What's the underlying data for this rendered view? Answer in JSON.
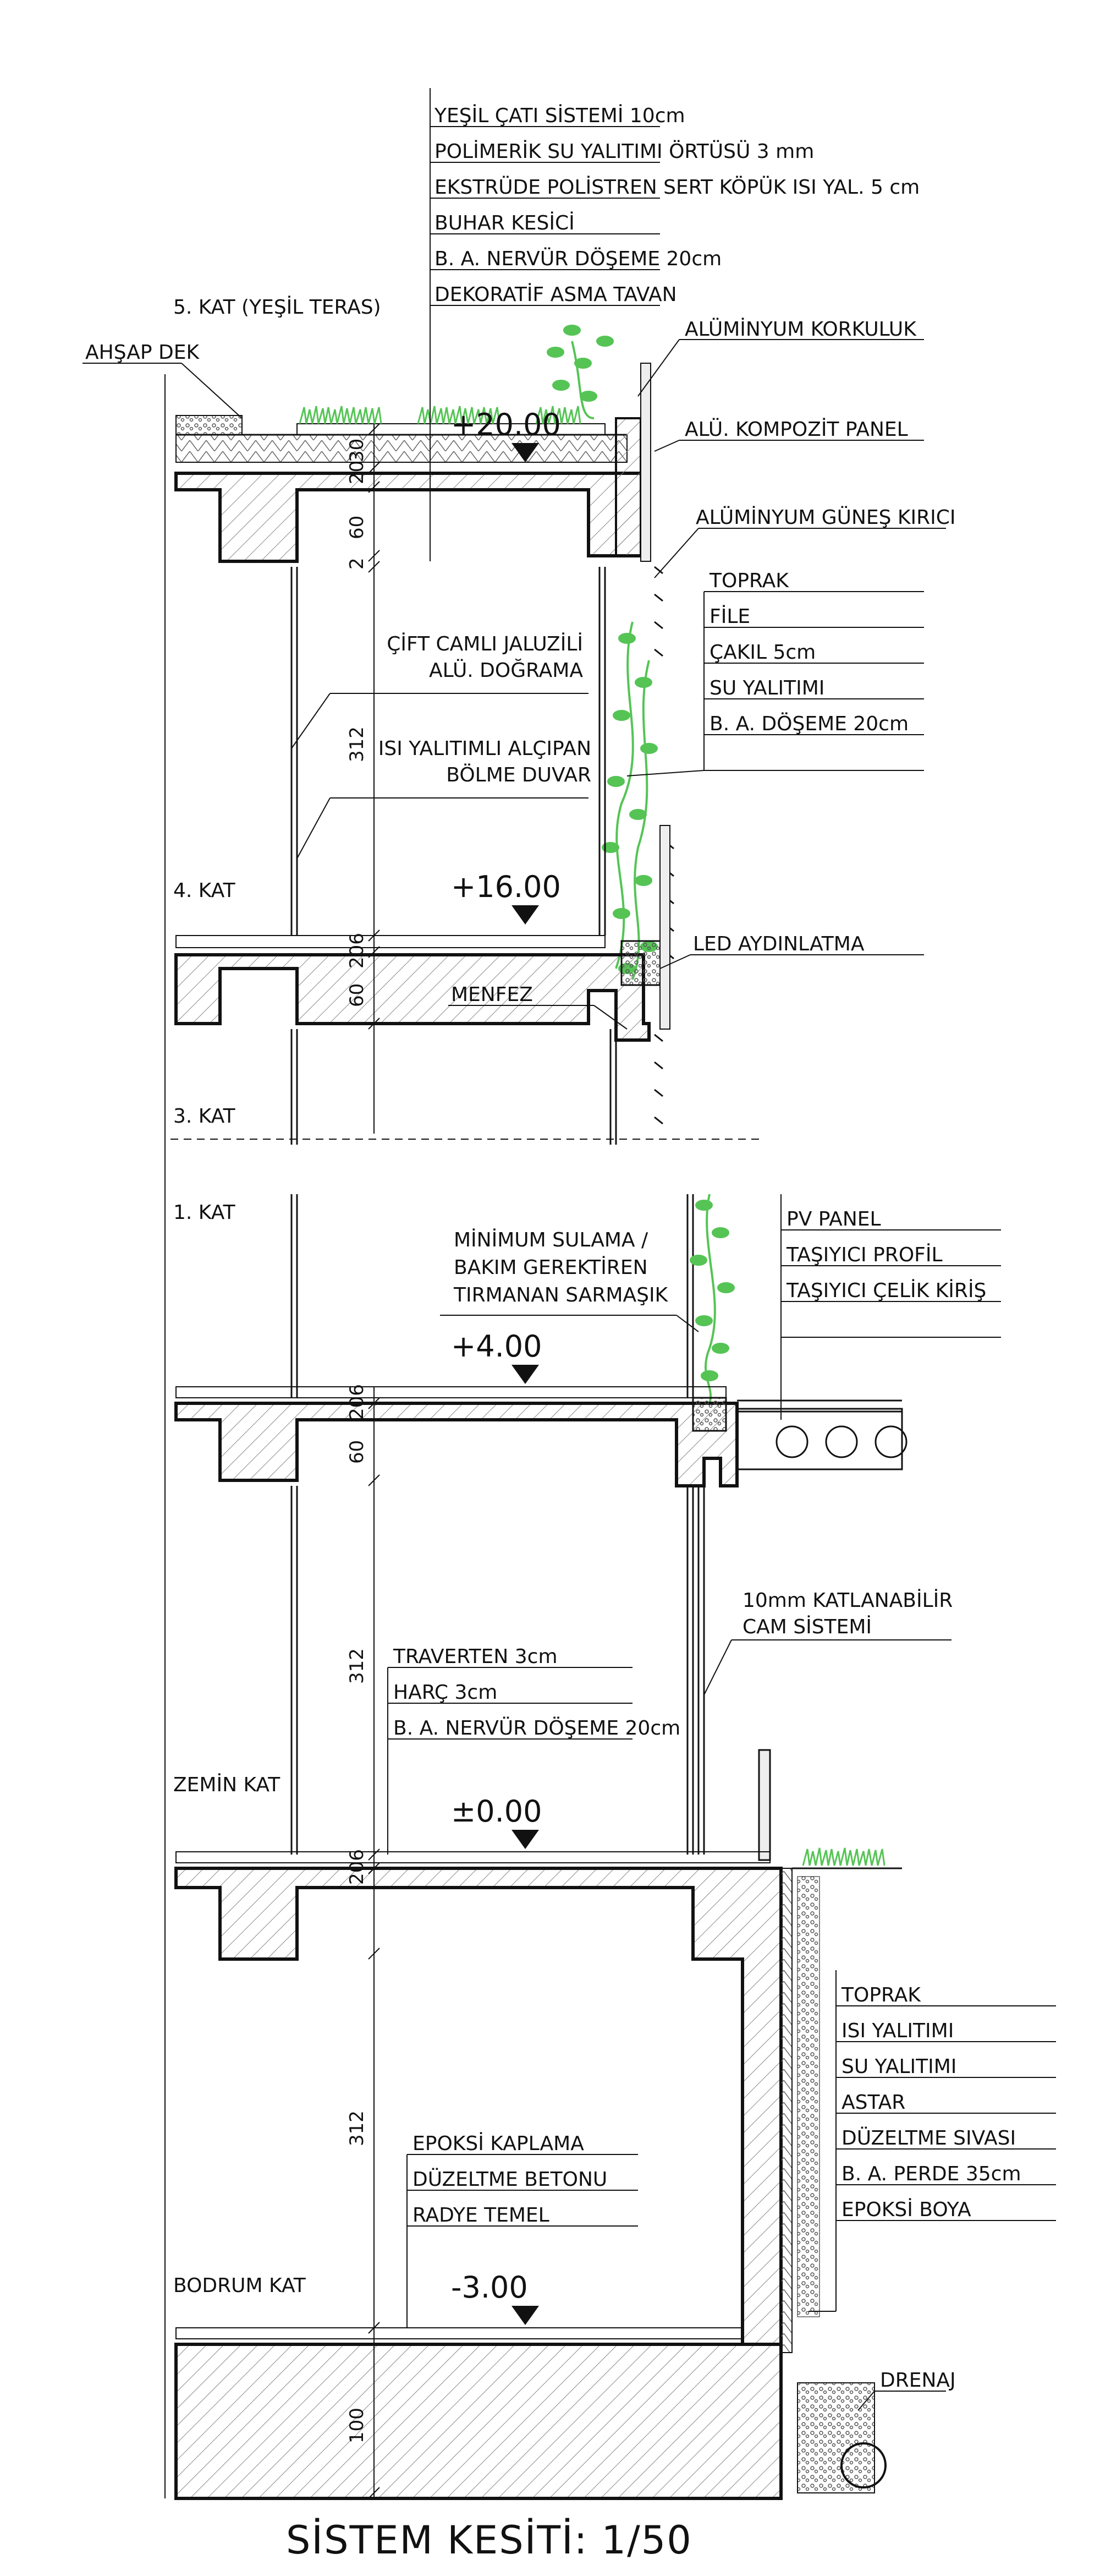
{
  "title": "SİSTEM KESİTİ: 1/50",
  "roof_layers": [
    "YEŞİL ÇATI SİSTEMİ 10cm",
    "POLİMERİK SU YALITIMI ÖRTÜSÜ 3 mm",
    "EKSTRÜDE POLİSTREN SERT KÖPÜK ISI YAL. 5 cm",
    "BUHAR KESİCİ",
    "B. A. NERVÜR DÖŞEME 20cm",
    "DEKORATİF ASMA TAVAN"
  ],
  "planter_layers": [
    "TOPRAK",
    "FİLE",
    "ÇAKIL 5cm",
    "SU YALITIMI",
    "B. A. DÖŞEME 20cm"
  ],
  "pv_layers": [
    "PV PANEL",
    "TAŞIYICI PROFİL",
    "TAŞIYICI ÇELİK KİRİŞ"
  ],
  "ground_floor_layers": [
    "TRAVERTEN 3cm",
    "HARÇ 3cm",
    "B. A. NERVÜR DÖŞEME 20cm"
  ],
  "basement_floor_layers": [
    "EPOKSİ KAPLAMA",
    "DÜZELTME BETONU",
    "RADYE TEMEL"
  ],
  "retaining_wall_layers": [
    "TOPRAK",
    "ISI YALITIMI",
    "SU YALITIMI",
    "ASTAR",
    "DÜZELTME SIVASI",
    "B. A. PERDE 35cm",
    "EPOKSİ BOYA"
  ],
  "labels": {
    "floor5": "5. KAT (YEŞİL TERAS)",
    "deck": "AHŞAP DEK",
    "railing": "ALÜMİNYUM KORKULUK",
    "composite_panel": "ALÜ. KOMPOZİT PANEL",
    "sun_breaker": "ALÜMİNYUM GÜNEŞ KIRICI",
    "window_1": "ÇİFT CAMLI JALUZİLİ",
    "window_2": "ALÜ. DOĞRAMA",
    "partition_1": "ISI YALITIMLI ALÇIPAN",
    "partition_2": "BÖLME DUVAR",
    "floor4": "4. KAT",
    "led": "LED AYDINLATMA",
    "vent": "MENFEZ",
    "floor3": "3. KAT",
    "floor1": "1. KAT",
    "ivy_1": "MİNİMUM SULAMA /",
    "ivy_2": "BAKIM GEREKTİREN",
    "ivy_3": "TIRMANAN SARMAŞIK",
    "glass_1": "10mm KATLANABİLİR",
    "glass_2": "CAM SİSTEMİ",
    "ground": "ZEMİN KAT",
    "basement": "BODRUM KAT",
    "drain": "DRENAJ"
  },
  "levels": {
    "roof": "+20.00",
    "f4": "+16.00",
    "f1": "+4.00",
    "ground": "±0.00",
    "basement": "-3.00"
  },
  "dims": {
    "d30": "30",
    "d20": "20",
    "d2": "2",
    "d60": "60",
    "d312": "312",
    "d206": "206",
    "d100": "100"
  },
  "colors": {
    "line": "#111111",
    "plant": "#55c455",
    "hatch": "#777777"
  }
}
